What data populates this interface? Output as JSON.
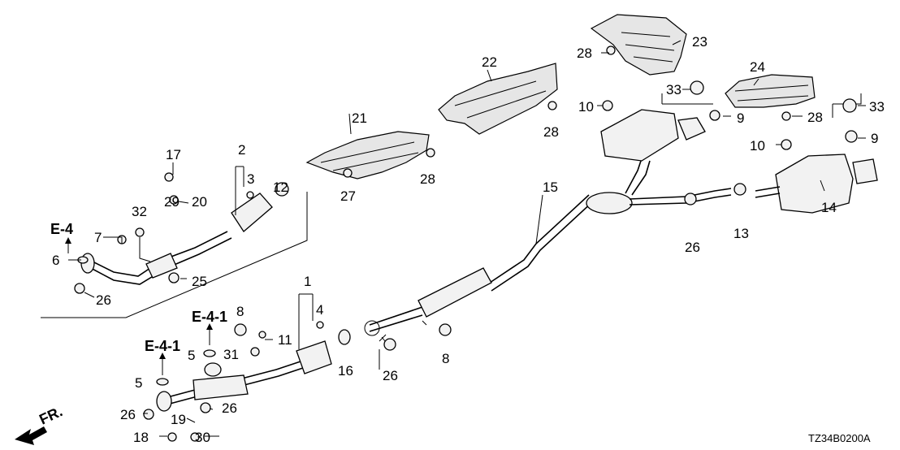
{
  "diagram_code": "TZ34B0200A",
  "direction_label": "FR.",
  "refs": [
    "E-4",
    "E-4-1",
    "E-4-1"
  ],
  "part_numbers": [
    "1",
    "2",
    "3",
    "4",
    "5",
    "5",
    "6",
    "7",
    "8",
    "8",
    "9",
    "9",
    "10",
    "10",
    "11",
    "12",
    "13",
    "14",
    "15",
    "16",
    "17",
    "18",
    "19",
    "20",
    "21",
    "22",
    "23",
    "24",
    "25",
    "26",
    "26",
    "26",
    "26",
    "26",
    "27",
    "28",
    "28",
    "28",
    "28",
    "29",
    "30",
    "31",
    "32",
    "33",
    "33"
  ]
}
